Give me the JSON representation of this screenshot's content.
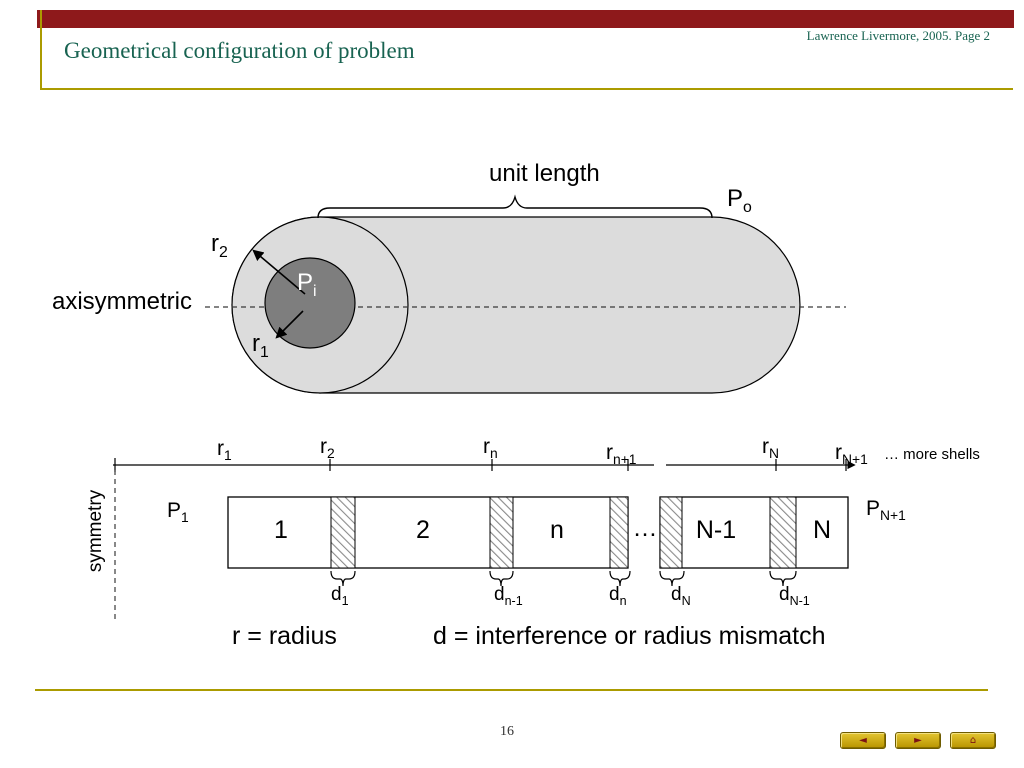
{
  "header": {
    "title": "Geometrical configuration of problem",
    "credit": "Lawrence Livermore, 2005. Page 2"
  },
  "diagram": {
    "unit_length": "unit length",
    "axisymmetric": "axisymmetric",
    "p_outer": {
      "base": "P",
      "sub": "o"
    },
    "p_inner": {
      "base": "P",
      "sub": "i"
    },
    "r_outer": {
      "base": "r",
      "sub": "2"
    },
    "r_inner": {
      "base": "r",
      "sub": "1"
    }
  },
  "shell_diagram": {
    "radius_labels": [
      {
        "base": "r",
        "sub": "1"
      },
      {
        "base": "r",
        "sub": "2"
      },
      {
        "base": "r",
        "sub": "n"
      },
      {
        "base": "r",
        "sub": "n+1"
      },
      {
        "base": "r",
        "sub": "N"
      },
      {
        "base": "r",
        "sub": "N+1"
      }
    ],
    "more_shells": "… more shells",
    "pressure_left": {
      "base": "P",
      "sub": "1"
    },
    "pressure_right": {
      "base": "P",
      "sub": "N+1"
    },
    "shell_labels": [
      "1",
      "2",
      "n"
    ],
    "ellipsis": "…",
    "shell_labels_right": [
      "N-1",
      "N"
    ],
    "symmetry": "symmetry",
    "d_labels": [
      {
        "base": "d",
        "sub": "1"
      },
      {
        "base": "d",
        "sub": "n-1"
      },
      {
        "base": "d",
        "sub": "n"
      },
      {
        "base": "d",
        "sub": "N"
      },
      {
        "base": "d",
        "sub": "N-1"
      }
    ],
    "legend_r": "r = radius",
    "legend_d": "d = interference or radius mismatch"
  },
  "footer": {
    "page_number": "16",
    "nav_back": "◄",
    "nav_forward": "►",
    "nav_home": "⌂"
  },
  "colors": {
    "bar_red": "#8e191b",
    "title_green": "#186351",
    "gold": "#ab9b00",
    "cylinder_fill": "#dcdcdc",
    "core_fill": "#7e7e7e"
  }
}
